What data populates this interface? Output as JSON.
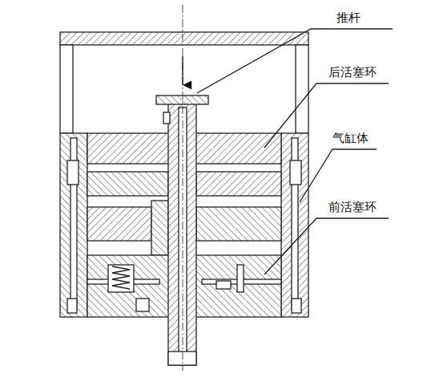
{
  "diagram": {
    "labels": [
      "推杆",
      "后活塞环",
      "气缸体",
      "前活塞环"
    ]
  }
}
